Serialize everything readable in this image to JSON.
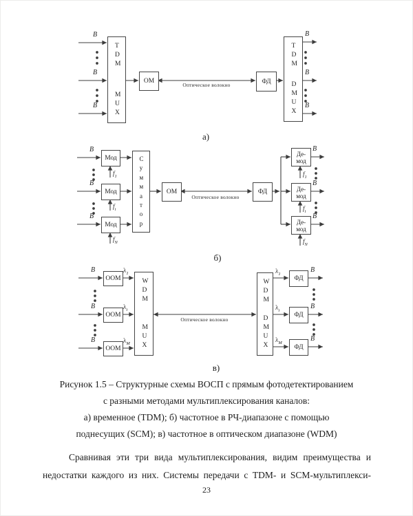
{
  "figure": {
    "bit_label": "B",
    "fiber_label": "Оптическое волокно",
    "sub_a": "а)",
    "sub_b": "б)",
    "sub_v": "в)"
  },
  "diagram_a": {
    "mux_top": "TDM",
    "mux_bottom": "MUX",
    "dmux_top": "TDM",
    "dmux_bottom": "DMUX",
    "om": "ОМ",
    "fd": "ФД"
  },
  "diagram_b": {
    "mod": "Мод",
    "summator": "Сумматор",
    "om": "ОМ",
    "fd": "ФД",
    "demod_top": "Де-",
    "demod_bottom": "мод",
    "freq": [
      {
        "base": "f",
        "sub": "1"
      },
      {
        "base": "f",
        "sub": "i"
      },
      {
        "base": "f",
        "sub": "N"
      }
    ]
  },
  "diagram_c": {
    "oom": "ООМ",
    "mux_top": "WDM",
    "mux_bottom": "MUX",
    "dmux_top": "WDM",
    "dmux_bottom": "DMUX",
    "fd": "ФД",
    "lambda": [
      {
        "base": "λ",
        "sub": "1"
      },
      {
        "base": "λ",
        "sub": "i"
      },
      {
        "base": "λ",
        "sub": "M"
      }
    ]
  },
  "caption": {
    "line1": "Рисунок 1.5 – Структурные схемы ВОСП с прямым фотодетектированием",
    "line2": "с разными методами мультиплексирования каналов:",
    "line3": "а) временное (TDM); б) частотное в РЧ-диапазоне с помощью",
    "line4": "поднесущих (SCM); в) частотное в оптическом диапазоне (WDM)"
  },
  "body": {
    "line1": "Сравнивая эти три вида мультиплексирования, видим преимущества и",
    "line2": "недостатки каждого из них. Системы передачи с TDM- и SCM-мультиплекси-"
  },
  "page_number": "23"
}
